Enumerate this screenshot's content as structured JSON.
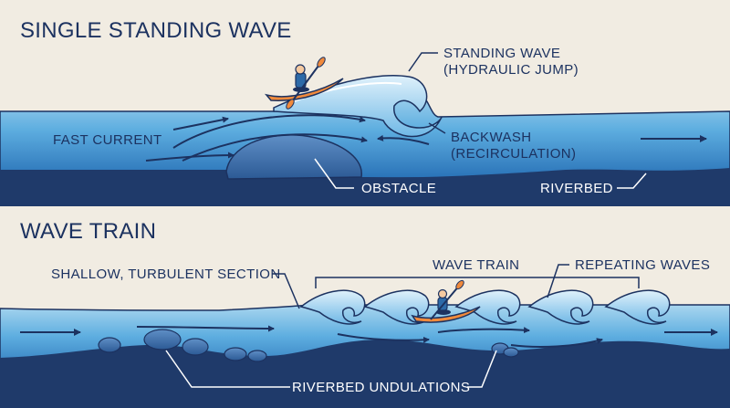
{
  "panels": [
    {
      "title": "SINGLE STANDING WAVE",
      "labels": {
        "standing_wave": [
          "STANDING WAVE",
          "(HYDRAULIC JUMP)"
        ],
        "fast_current": "FAST CURRENT",
        "backwash": [
          "BACKWASH",
          "(RECIRCULATION)"
        ],
        "obstacle": "OBSTACLE",
        "riverbed": "RIVERBED"
      }
    },
    {
      "title": "WAVE TRAIN",
      "labels": {
        "shallow": "SHALLOW, TURBULENT SECTION",
        "wave_train": "WAVE TRAIN",
        "repeating": "REPEATING WAVES",
        "undulations": "RIVERBED UNDULATIONS"
      }
    }
  ],
  "colors": {
    "background": "#f1ece2",
    "ink": "#1c3260",
    "water_light": "#a9d6ef",
    "water_mid": "#4aa0d8",
    "water_deep": "#2a73b8",
    "riverbed": "#1f3a6a",
    "kayak": "#f08a3c"
  }
}
